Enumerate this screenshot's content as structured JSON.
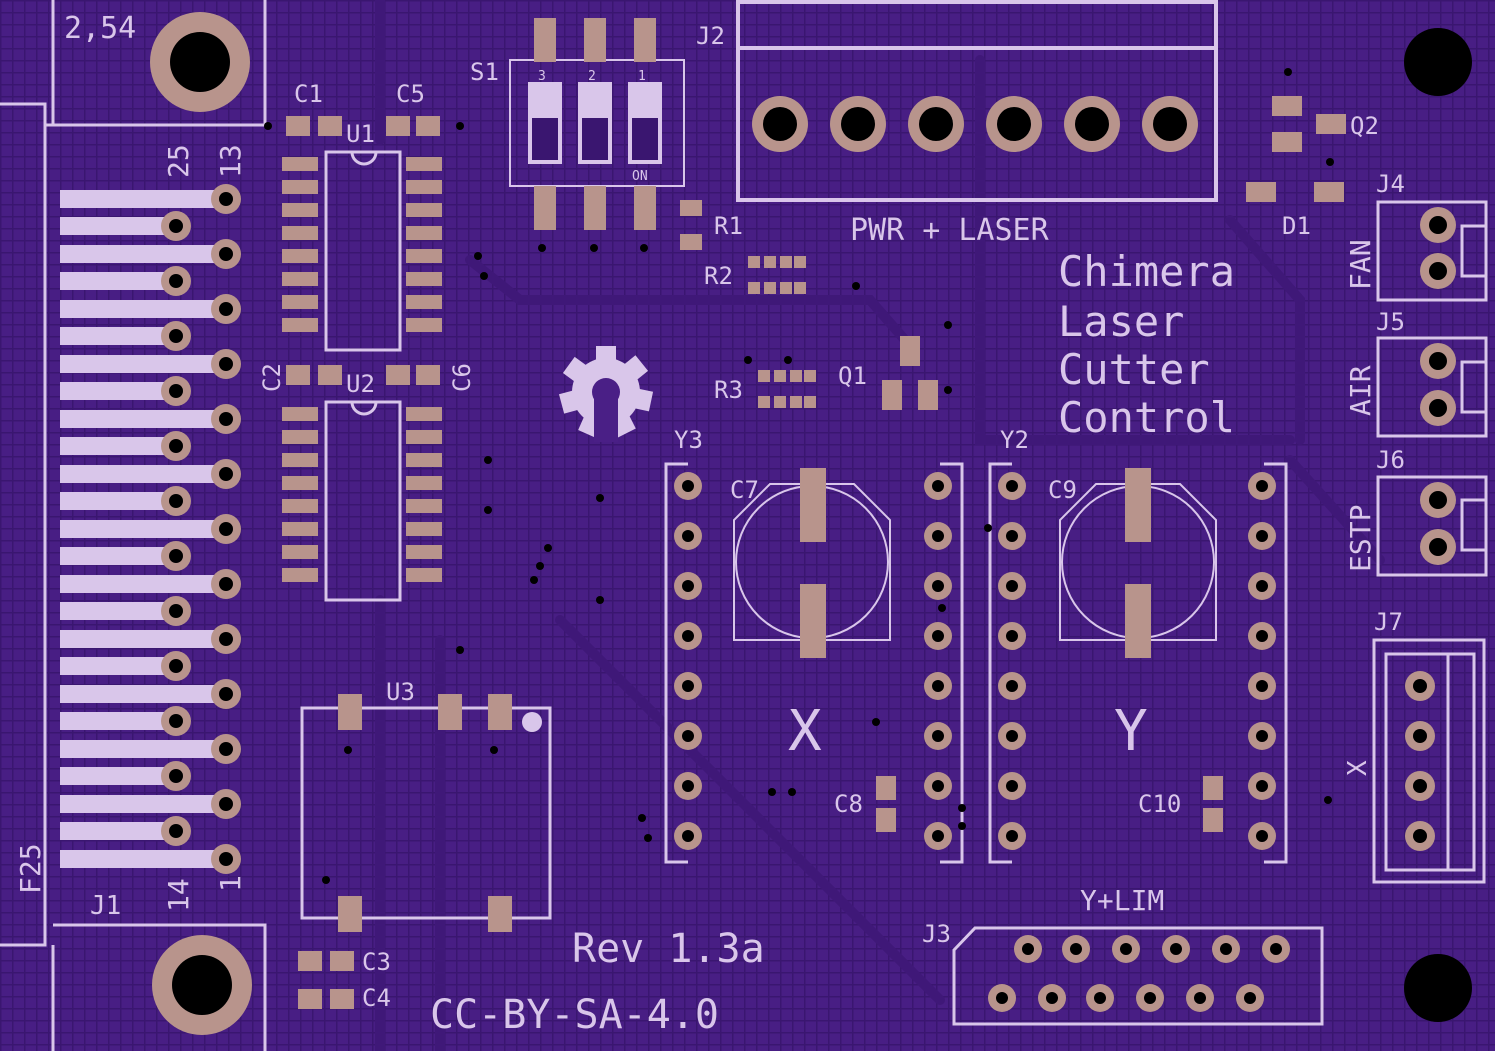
{
  "board": {
    "title_lines": [
      "Chimera",
      "Laser",
      "Cutter",
      "Control"
    ],
    "revision": "Rev 1.3a",
    "license": "CC-BY-SA-4.0",
    "pitch_label": "2,54",
    "connector_f25": "F25",
    "colors": {
      "substrate": "#3a1670",
      "copper_pour": "#4a1f86",
      "silkscreen": "#d9c6ea",
      "pad": "#b8948c",
      "drill": "#000000"
    }
  },
  "labels": {
    "J1": "J1",
    "J2": "J2",
    "J3": "J3",
    "J4": "J4",
    "J5": "J5",
    "J6": "J6",
    "J7": "J7",
    "U1": "U1",
    "U2": "U2",
    "U3": "U3",
    "C1": "C1",
    "C2": "C2",
    "C3": "C3",
    "C4": "C4",
    "C5": "C5",
    "C6": "C6",
    "C7": "C7",
    "C8": "C8",
    "C9": "C9",
    "C10": "C10",
    "R1": "R1",
    "R2": "R2",
    "R3": "R3",
    "Q1": "Q1",
    "Q2": "Q2",
    "D1": "D1",
    "S1": "S1",
    "Y2": "Y2",
    "Y3": "Y3",
    "pin25": "25",
    "pin13": "13",
    "pin14": "14",
    "pin1": "1",
    "sw3": "3",
    "sw2": "2",
    "sw1": "1",
    "sw_on": "ON",
    "pwr_laser": "PWR + LASER",
    "fan": "FAN",
    "air": "AIR",
    "estp": "ESTP",
    "j7_axis": "X",
    "axis_x": "X",
    "axis_y": "Y",
    "ylim": "Y+LIM"
  }
}
